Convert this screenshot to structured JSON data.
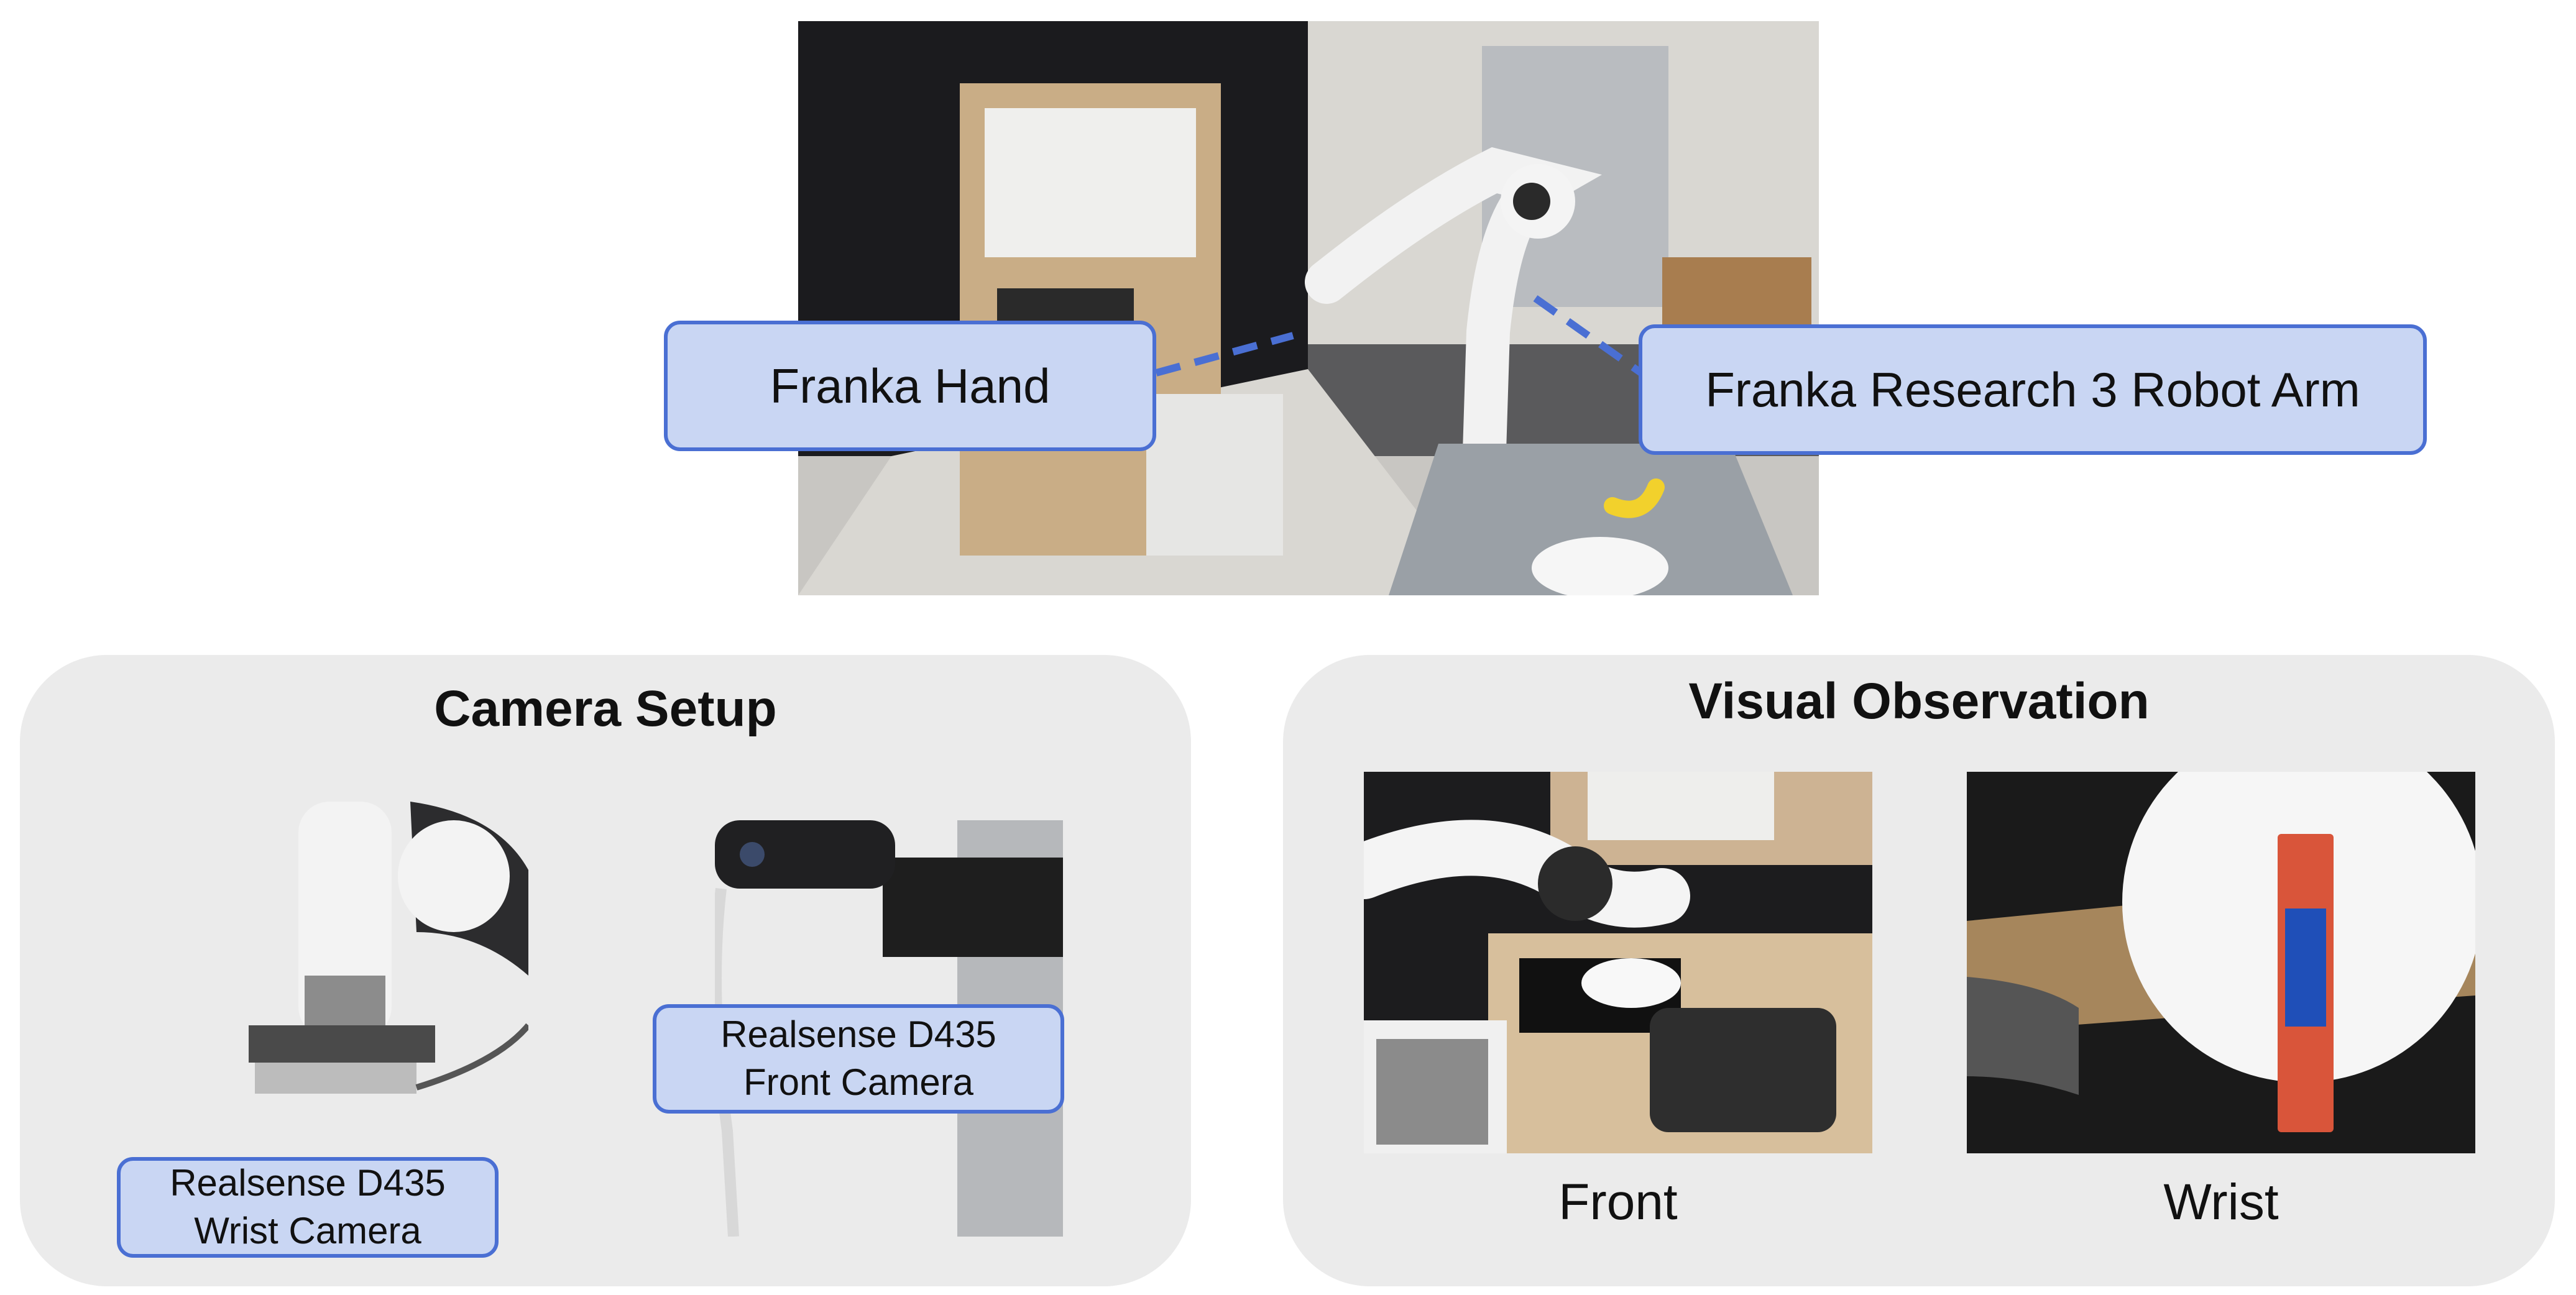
{
  "top_labels": {
    "hand": "Franka Hand",
    "arm": "Franka Research 3 Robot Arm"
  },
  "camera_setup": {
    "title": "Camera Setup",
    "wrist_label_line1": "Realsense D435",
    "wrist_label_line2": "Wrist Camera",
    "front_label_line1": "Realsense D435",
    "front_label_line2": "Front Camera"
  },
  "visual_observation": {
    "title": "Visual Observation",
    "front_caption": "Front",
    "wrist_caption": "Wrist"
  },
  "colors": {
    "label_fill": "#c9d6f3",
    "label_border": "#4a6fd3",
    "panel_bg": "#ebebeb"
  }
}
